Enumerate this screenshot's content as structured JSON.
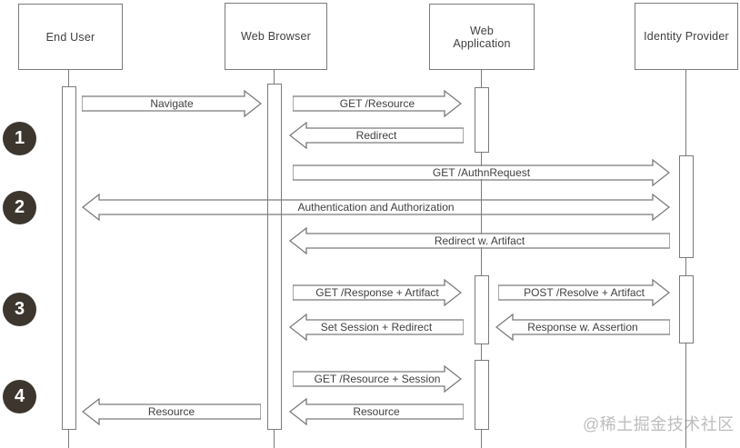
{
  "diagram_type": "sequence-diagram",
  "actors": [
    {
      "id": "end-user",
      "label": "End User"
    },
    {
      "id": "web-browser",
      "label": "Web Browser"
    },
    {
      "id": "web-application",
      "label": "Web Application"
    },
    {
      "id": "identity-provider",
      "label": "Identity Provider"
    }
  ],
  "steps": [
    {
      "number": "1"
    },
    {
      "number": "2"
    },
    {
      "number": "3"
    },
    {
      "number": "4"
    }
  ],
  "messages": [
    {
      "label": "Navigate",
      "from": "End User",
      "to": "Web Browser",
      "direction": "right"
    },
    {
      "label": "GET /Resource",
      "from": "Web Browser",
      "to": "Web Application",
      "direction": "right"
    },
    {
      "label": "Redirect",
      "from": "Web Application",
      "to": "Web Browser",
      "direction": "left"
    },
    {
      "label": "GET /AuthnRequest",
      "from": "Web Browser",
      "to": "Identity Provider",
      "direction": "right"
    },
    {
      "label": "Authentication and Authorization",
      "from": "End User",
      "to": "Identity Provider",
      "direction": "both"
    },
    {
      "label": "Redirect w. Artifact",
      "from": "Identity Provider",
      "to": "Web Browser",
      "direction": "left"
    },
    {
      "label": "GET /Response + Artifact",
      "from": "Web Browser",
      "to": "Web Application",
      "direction": "right"
    },
    {
      "label": "POST /Resolve + Artifact",
      "from": "Web Application",
      "to": "Identity Provider",
      "direction": "right"
    },
    {
      "label": "Set Session + Redirect",
      "from": "Web Application",
      "to": "Web Browser",
      "direction": "left"
    },
    {
      "label": "Response w. Assertion",
      "from": "Identity Provider",
      "to": "Web Application",
      "direction": "left"
    },
    {
      "label": "GET /Resource + Session",
      "from": "Web Browser",
      "to": "Web Application",
      "direction": "right"
    },
    {
      "label": "Resource",
      "from": "Web Application",
      "to": "Web Browser",
      "direction": "left"
    },
    {
      "label": "Resource",
      "from": "Web Browser",
      "to": "End User",
      "direction": "left"
    }
  ],
  "watermark": {
    "text": "@稀土掘金技术社区"
  },
  "colors": {
    "line": "#7a7a7a",
    "text": "#3f3f3f",
    "step_circle": "#3c362f",
    "step_number": "#ffffff",
    "watermark": "#bdbdbd",
    "background": "#ffffff"
  }
}
